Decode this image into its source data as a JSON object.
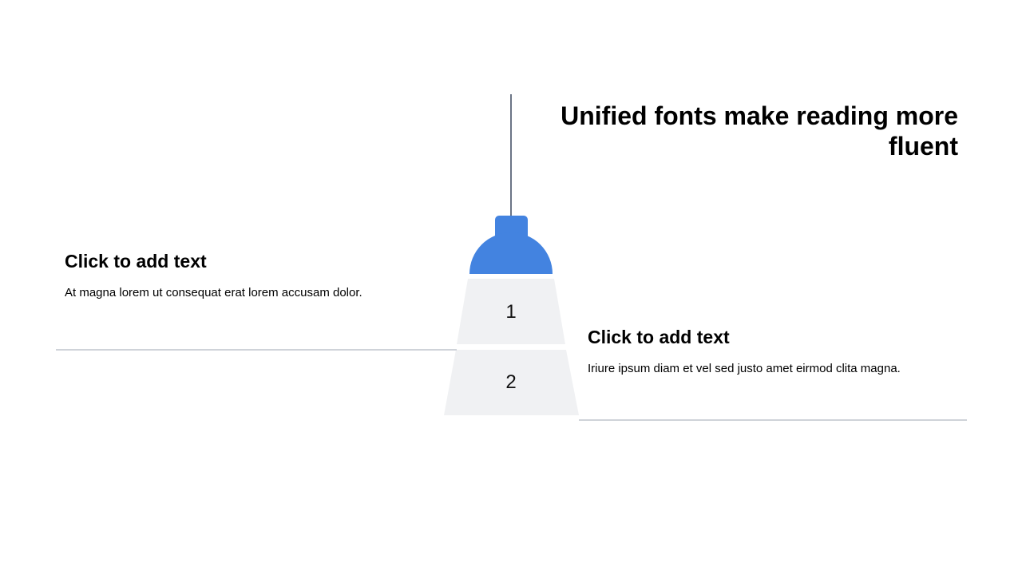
{
  "slide": {
    "title": "Unified fonts make reading more fluent",
    "left_block": {
      "heading": "Click to add text",
      "body": "At magna lorem ut consequat erat lorem accusam dolor."
    },
    "right_block": {
      "heading": "Click to add text",
      "body": "Iriure ipsum diam et vel sed justo amet eirmod clita magna."
    },
    "steps": [
      {
        "number": "1"
      },
      {
        "number": "2"
      }
    ],
    "colors": {
      "lamp_shade": "#4383e0",
      "cord": "#6b7486",
      "step_fill": "#f0f1f3",
      "divider": "#cfd3d9"
    },
    "icons": {
      "lamp": "pendant-lamp-icon"
    }
  }
}
